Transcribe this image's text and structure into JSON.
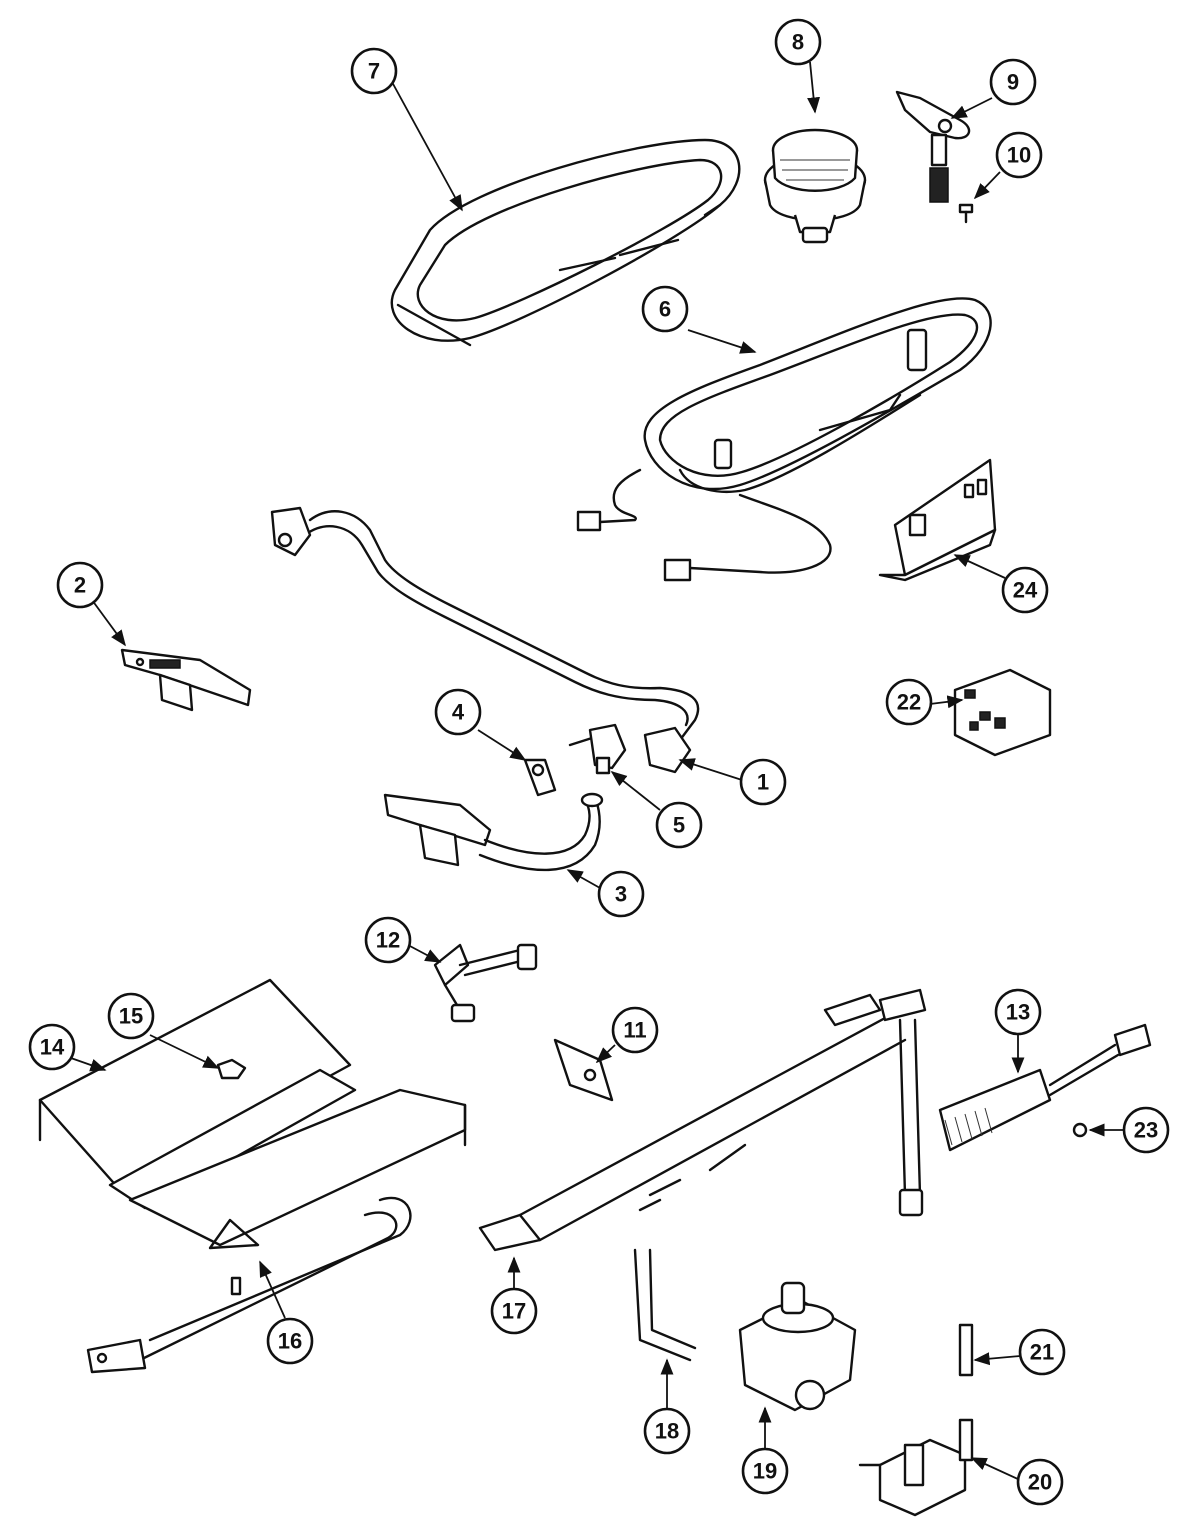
{
  "callouts": [
    {
      "number": "1"
    },
    {
      "number": "2"
    },
    {
      "number": "3"
    },
    {
      "number": "4"
    },
    {
      "number": "5"
    },
    {
      "number": "6"
    },
    {
      "number": "7"
    },
    {
      "number": "8"
    },
    {
      "number": "9"
    },
    {
      "number": "10"
    },
    {
      "number": "11"
    },
    {
      "number": "12"
    },
    {
      "number": "13"
    },
    {
      "number": "14"
    },
    {
      "number": "15"
    },
    {
      "number": "16"
    },
    {
      "number": "17"
    },
    {
      "number": "18"
    },
    {
      "number": "19"
    },
    {
      "number": "20"
    },
    {
      "number": "21"
    },
    {
      "number": "22"
    },
    {
      "number": "23"
    },
    {
      "number": "24"
    }
  ]
}
